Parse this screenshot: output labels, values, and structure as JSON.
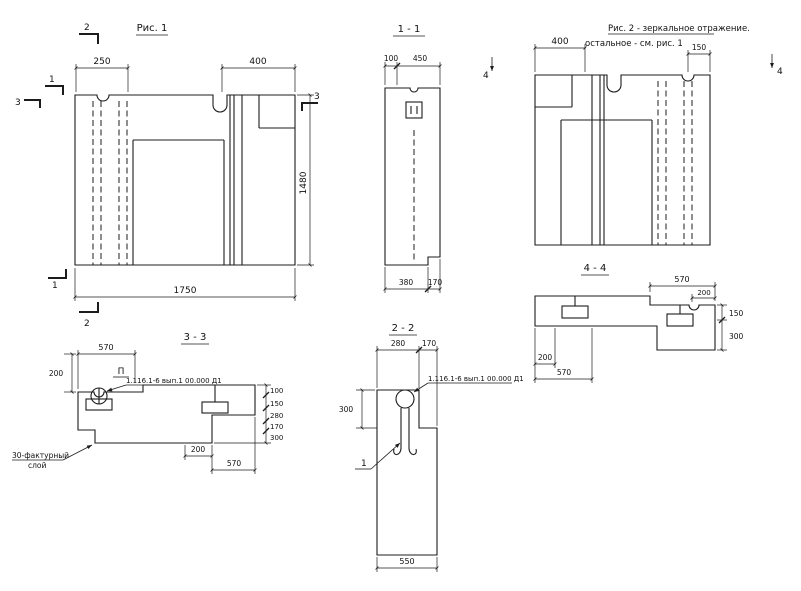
{
  "views": {
    "fig1": {
      "title": "Рис. 1",
      "dim_top_left": "250",
      "dim_top_right": "400",
      "dim_right": "1480",
      "dim_bottom": "1750",
      "marker_1": "1",
      "marker_2": "2",
      "marker_3": "3"
    },
    "sec11": {
      "title": "1 - 1",
      "dim_top_left": "100",
      "dim_top_right": "450",
      "dim_bottom_left": "380",
      "dim_bottom_right": "170"
    },
    "fig2": {
      "title": "Рис. 2 - зеркальное отражение.",
      "subtitle": "остальное - см. рис. 1",
      "dim_top_left": "400",
      "dim_top_right": "150",
      "marker_4": "4"
    },
    "sec44": {
      "title": "4 - 4",
      "dim_top": "570",
      "dim_top_right": "200",
      "dim_side_upper": "150",
      "dim_side_lower": "300",
      "dim_bottom_left": "200",
      "dim_bottom": "570"
    },
    "sec33": {
      "title": "3 - 3",
      "dim_top": "570",
      "dim_left": "200",
      "position_marker": "П",
      "part_label": "1.116.1-6 вып.1 00.000 Д1",
      "dim_side_1": "100",
      "dim_side_2": "150",
      "dim_side_3": "280",
      "dim_side_4": "170",
      "dim_side_5": "300",
      "dim_bottom_left": "200",
      "dim_bottom_right": "570",
      "note_line1": "30-фактурный",
      "note_line2": "слой"
    },
    "sec22": {
      "title": "2 - 2",
      "dim_top_left": "280",
      "dim_top_right": "170",
      "dim_left": "300",
      "part_label": "1.116.1-6 вып.1 00.000 Д1",
      "callout": "1",
      "dim_bottom": "550"
    }
  }
}
